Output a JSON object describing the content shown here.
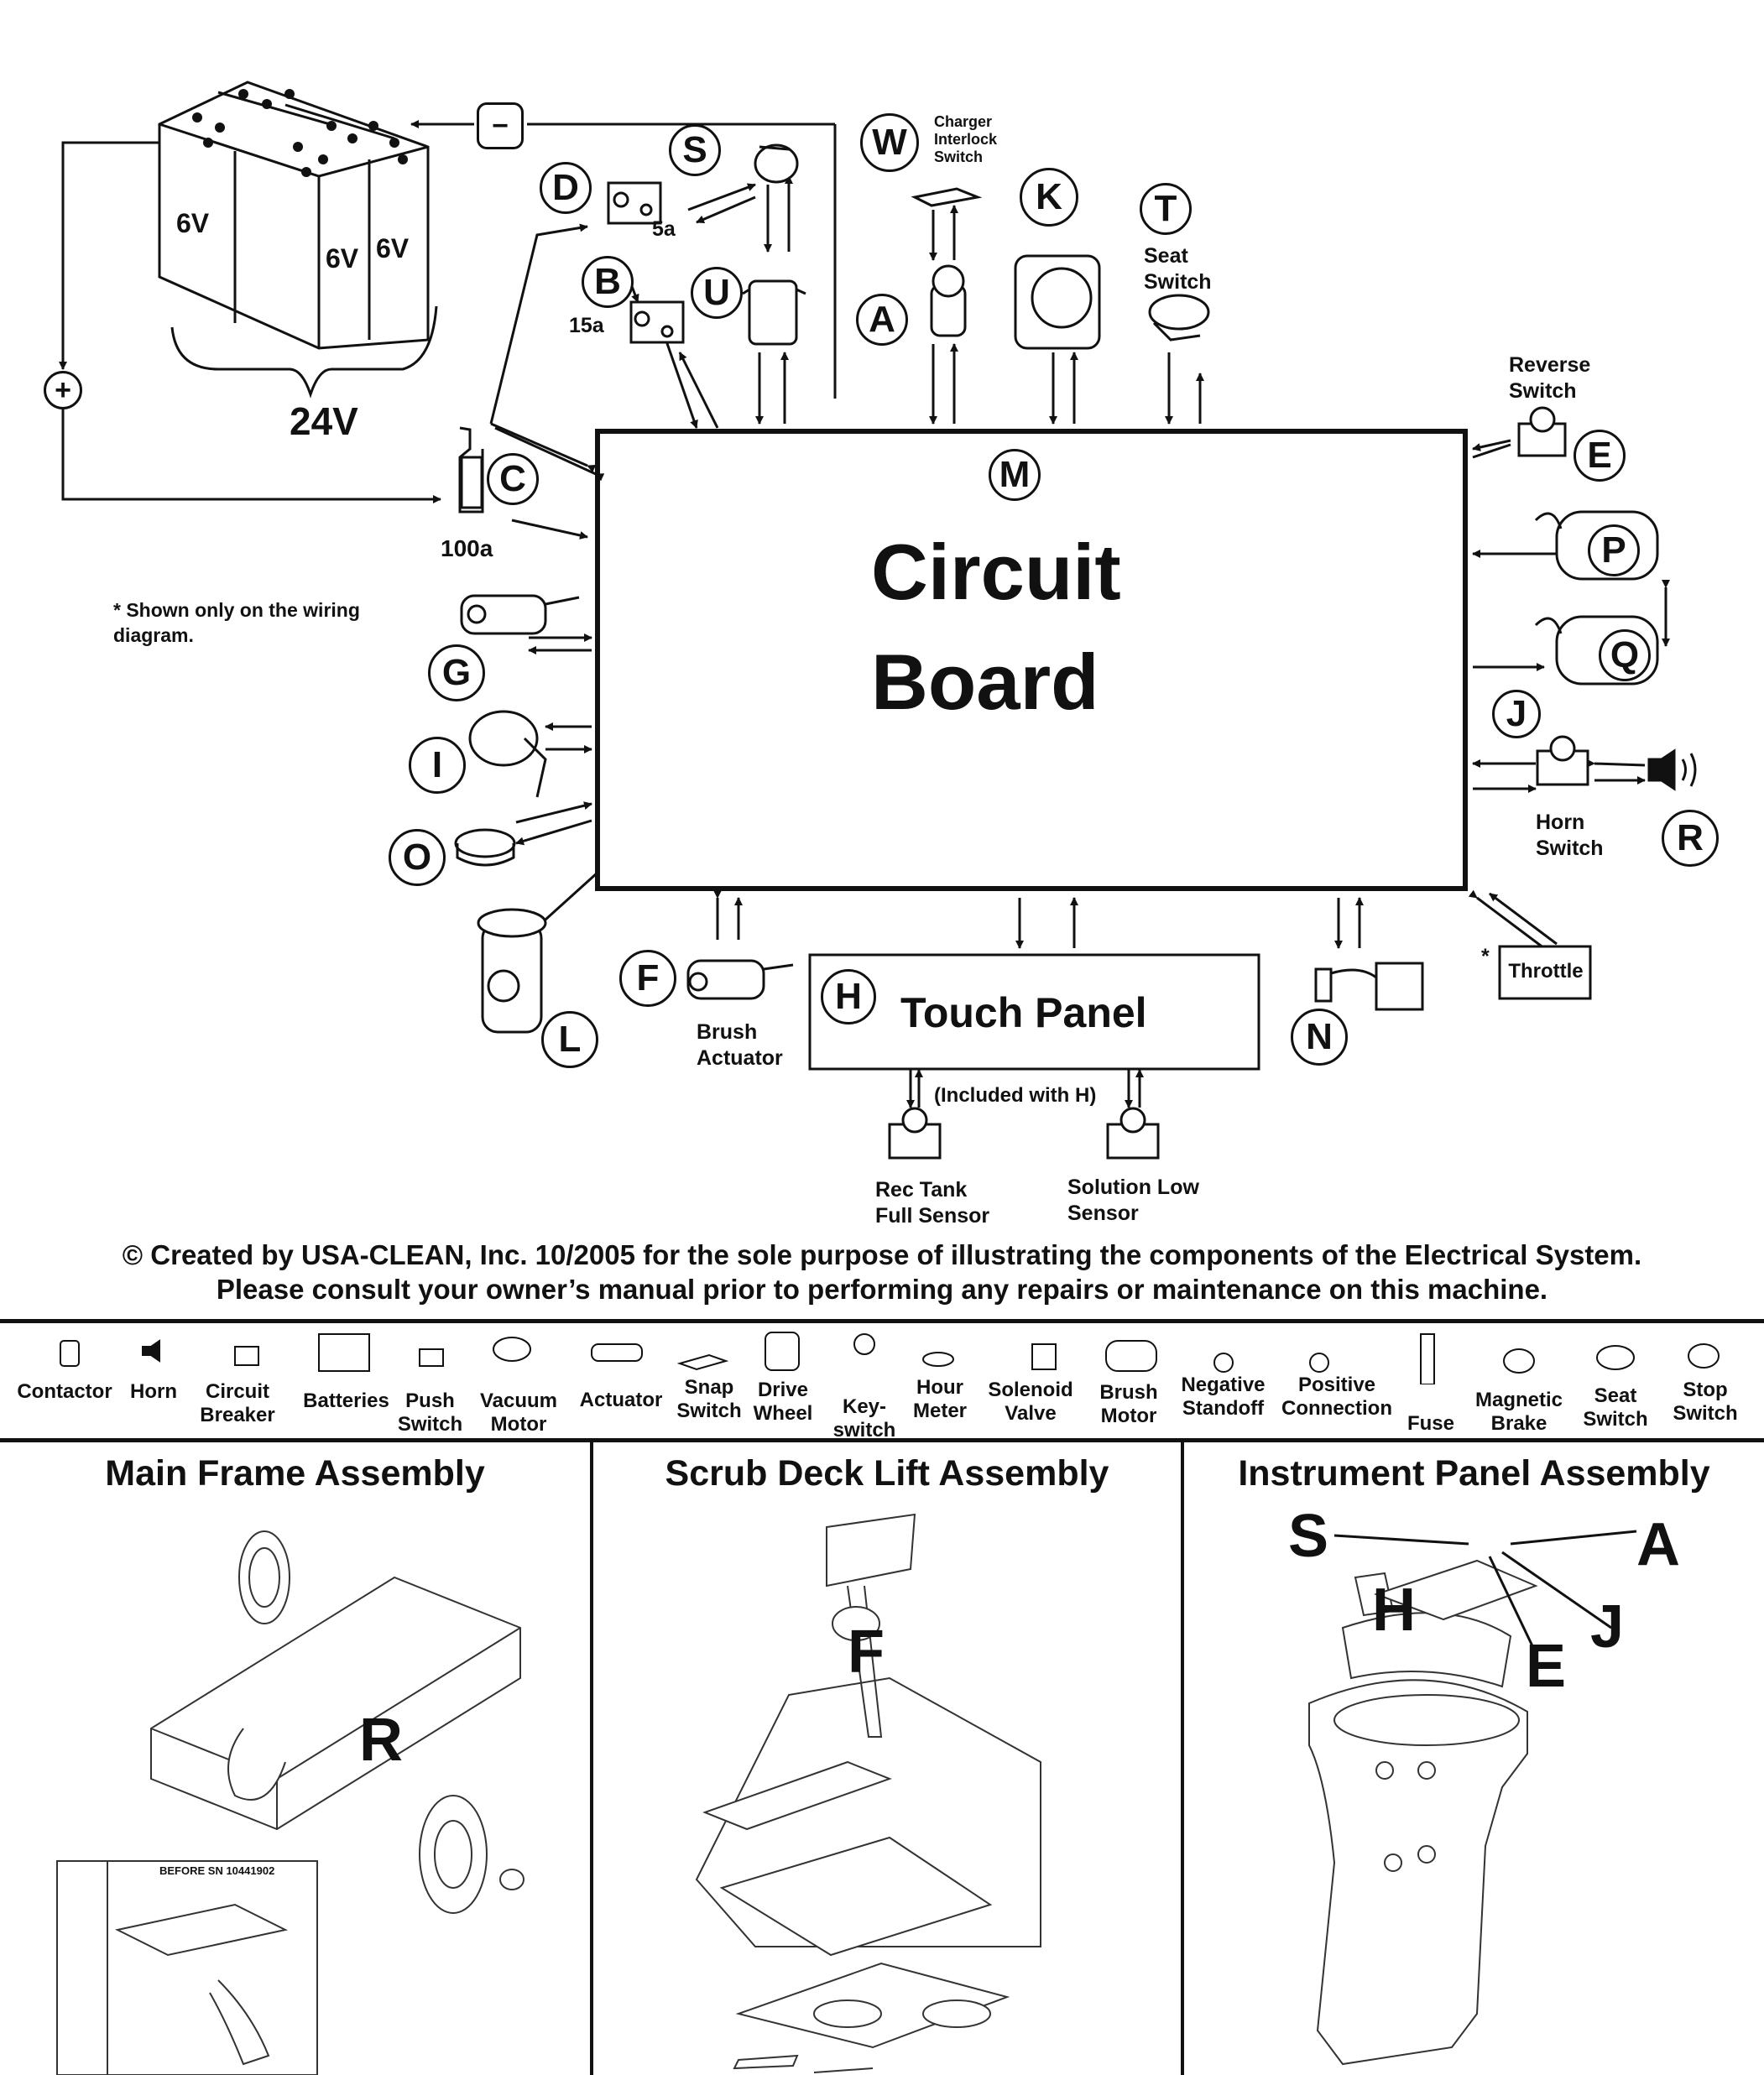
{
  "battery": {
    "cells": [
      "6V",
      "6V",
      "6V"
    ],
    "total": "24V",
    "neg_symbol": "−",
    "pos_symbol": "+"
  },
  "components": {
    "D": "D",
    "S": "S",
    "W": "W",
    "K": "K",
    "T": "T",
    "B": "B",
    "U": "U",
    "A": "A",
    "C": "C",
    "M": "M",
    "E": "E",
    "P": "P",
    "Q": "Q",
    "G": "G",
    "J": "J",
    "I": "I",
    "O": "O",
    "R": "R",
    "L": "L",
    "F": "F",
    "H": "H",
    "N": "N"
  },
  "labels": {
    "charger_interlock": "Charger Interlock Switch",
    "seat_switch": "Seat Switch",
    "reverse_switch": "Reverse Switch",
    "horn_switch": "Horn Switch",
    "brush_actuator": "Brush Actuator",
    "fuse_5a": "5a",
    "fuse_15a": "15a",
    "fuse_100a": "100a",
    "shown_only": "* Shown only on the wiring diagram.",
    "throttle": "Throttle",
    "throttle_star": "*",
    "circuit_board_1": "Circuit",
    "circuit_board_2": "Board",
    "touch_panel": "Touch Panel",
    "included_with_h": "(Included with H)",
    "rec_tank": "Rec Tank Full Sensor",
    "solution_low": "Solution Low Sensor"
  },
  "copyright": {
    "line1": "© Created by USA-CLEAN, Inc. 10/2005 for the sole purpose of illustrating the components of the Electrical System.",
    "line2": "Please consult your owner’s manual prior to performing any repairs or maintenance on this machine."
  },
  "legend": [
    "Contactor",
    "Horn",
    "Circuit Breaker",
    "Batteries",
    "Push Switch",
    "Vacuum Motor",
    "Actuator",
    "Snap Switch",
    "Drive Wheel",
    "Key-switch",
    "Hour Meter",
    "Solenoid Valve",
    "Brush Motor",
    "Negative Standoff",
    "Positive Connection",
    "Fuse",
    "Magnetic Brake",
    "Seat Switch",
    "Stop Switch"
  ],
  "assemblies": {
    "main_frame": {
      "title": "Main Frame Assembly",
      "callout": "R",
      "note": "BEFORE SN 10441902"
    },
    "scrub_deck": {
      "title": "Scrub Deck Lift Assembly",
      "callout": "F"
    },
    "instrument_panel": {
      "title": "Instrument Panel Assembly",
      "callouts": [
        "S",
        "A",
        "H",
        "J",
        "E"
      ]
    }
  }
}
